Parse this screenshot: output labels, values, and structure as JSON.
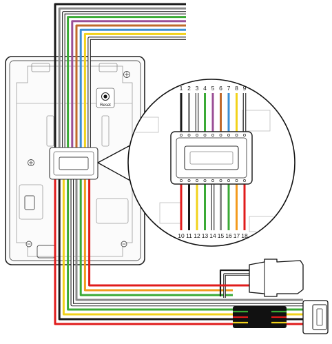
{
  "device": {
    "reset_label": "Reset"
  },
  "wire_colors": {
    "black": "#1a1a1a",
    "gray": "#8a8a8a",
    "white": "#ffffff",
    "green": "#3aaa35",
    "purple": "#9b4f96",
    "brown": "#c06a2a",
    "blue": "#3b8fd4",
    "yellow": "#f2d21b",
    "red": "#e01b1b",
    "orange": "#f39a1e",
    "outline": "#222222"
  },
  "connector_top": {
    "pins": [
      {
        "label": "1",
        "color": "black"
      },
      {
        "label": "2",
        "color": "gray"
      },
      {
        "label": "3",
        "color": "white"
      },
      {
        "label": "4",
        "color": "green"
      },
      {
        "label": "5",
        "color": "purple"
      },
      {
        "label": "6",
        "color": "brown"
      },
      {
        "label": "7",
        "color": "blue"
      },
      {
        "label": "8",
        "color": "yellow"
      },
      {
        "label": "9",
        "color": "white"
      }
    ]
  },
  "connector_bottom": {
    "pins": [
      {
        "label": "10",
        "color": "red"
      },
      {
        "label": "11",
        "color": "black"
      },
      {
        "label": "12",
        "color": "yellow"
      },
      {
        "label": "13",
        "color": "green"
      },
      {
        "label": "14",
        "color": "white"
      },
      {
        "label": "15",
        "color": "gray"
      },
      {
        "label": "16",
        "color": "green"
      },
      {
        "label": "17",
        "color": "orange"
      },
      {
        "label": "18",
        "color": "red"
      }
    ]
  },
  "icons": {
    "reset_button": "reset-button-icon",
    "mounting_screw": "screw-icon",
    "plug": "plug-connector-icon",
    "heat_shrink": "heat-shrink-sleeve-icon"
  }
}
